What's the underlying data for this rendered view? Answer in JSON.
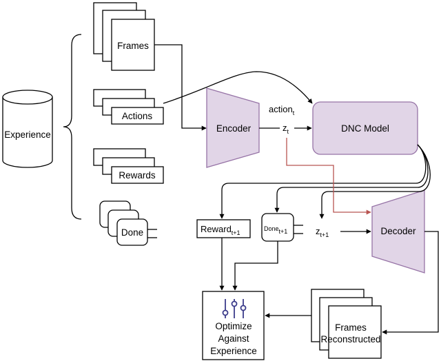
{
  "diagram": {
    "experience": "Experience",
    "frames": "Frames",
    "actions": "Actions",
    "rewards": "Rewards",
    "done": "Done",
    "encoder": "Encoder",
    "action_main": "action",
    "action_sub": "t",
    "z_main": "z",
    "z_sub": "t",
    "dnc_model": "DNC Model",
    "reward_main": "Reward",
    "reward_sub": "t+1",
    "done_next_main": "Done",
    "done_next_sub": "t+1",
    "z_next_main": "z",
    "z_next_sub": "t+1",
    "decoder": "Decoder",
    "optimize_line1": "Optimize",
    "optimize_line2": "Against",
    "optimize_line3": "Experience",
    "frames_reconstructed_line1": "Frames",
    "frames_reconstructed_line2": "Reconstructed",
    "colors": {
      "module_fill": "#e1d5e7",
      "module_stroke": "#9673a6",
      "red_arrow": "#b85450",
      "icon": "#3b3b8a"
    }
  }
}
